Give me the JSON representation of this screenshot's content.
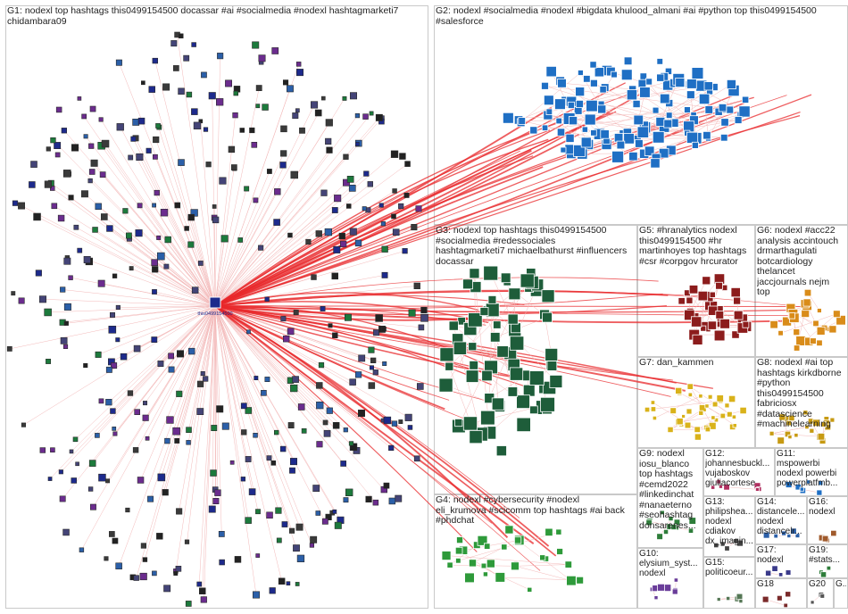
{
  "colors": {
    "edge": "#e8282b",
    "edge_light": "#f3b9b9",
    "grid": "#c9c9c9",
    "hub": "#1d2a8c",
    "node_border": "#2a2a2a",
    "g2_node": "#1f6fc4",
    "g3_node": "#1e5d3a",
    "g5_node": "#8c1c1c",
    "g6_node": "#d98c1a",
    "g7_node": "#d9b21a",
    "g4_node": "#2e9a3a"
  },
  "hub_label": "this0499154500",
  "groups": [
    {
      "id": "G1",
      "label": "G1: nodexl top hashtags this0499154500 docassar #ai #socialmedia #nodexl hashtagmarketi7\nchidambara09"
    },
    {
      "id": "G2",
      "label": "G2: nodexl #socialmedia #nodexl #bigdata khulood_almani #ai #python top this0499154500\n#salesforce"
    },
    {
      "id": "G3",
      "label": "G3: nodexl top hashtags this0499154500\n#socialmedia #redessociales\nhashtagmarketi7 michaelbathurst #influencers\ndocassar"
    },
    {
      "id": "G4",
      "label": "G4: nodexl #cybersecurity #nodexl\neli_krumova #scicomm top hashtags #ai back\n#phdchat"
    },
    {
      "id": "G5",
      "label": "G5: #hranalytics nodexl\nthis0499154500 #hr\nmartinhoyes top hashtags\n#csr #corpgov hrcurator"
    },
    {
      "id": "G6",
      "label": "G6: nodexl #acc22\nanalysis accintouch\ndrmarthagulati\nbotcardiology\nthelancet\njaccjournals nejm\ntop"
    },
    {
      "id": "G7",
      "label": "G7: dan_kammen"
    },
    {
      "id": "G8",
      "label": "G8: nodexl #ai top\nhashtags kirkdborne\n#python\nthis0499154500\nfabriciosx\n#datascience\n#machinelearning"
    },
    {
      "id": "G9",
      "label": "G9: nodexl\niosu_blanco\ntop hashtags\n#cemd2022\n#linkedinchat\n#nanaeterno\n#seohashtag\ndonsarenes..."
    },
    {
      "id": "G10",
      "label": "G10:\nelysium_syst...\nnodexl"
    },
    {
      "id": "G11",
      "label": "G11:\nmspowerbi\nnodexl powerbi\npowerplatfmb..."
    },
    {
      "id": "G12",
      "label": "G12:\njohannesbuckl...\nvujaboskov\ngiuliacortese"
    },
    {
      "id": "G13",
      "label": "G13:\nphilipshea...\nnodexl\ncdiakov\ndx_imagin..."
    },
    {
      "id": "G14",
      "label": "G14:\ndistancele...\nnodexl\ndistancelr..."
    },
    {
      "id": "G15",
      "label": "G15:\npoliticoeur..."
    },
    {
      "id": "G16",
      "label": "G16:\nnodexl"
    },
    {
      "id": "G17",
      "label": "G17:\nnodexl"
    },
    {
      "id": "G18",
      "label": "G18"
    },
    {
      "id": "G19",
      "label": "G19:\n#stats..."
    },
    {
      "id": "G20",
      "label": "G20"
    },
    {
      "id": "G21",
      "label": "G..."
    }
  ]
}
